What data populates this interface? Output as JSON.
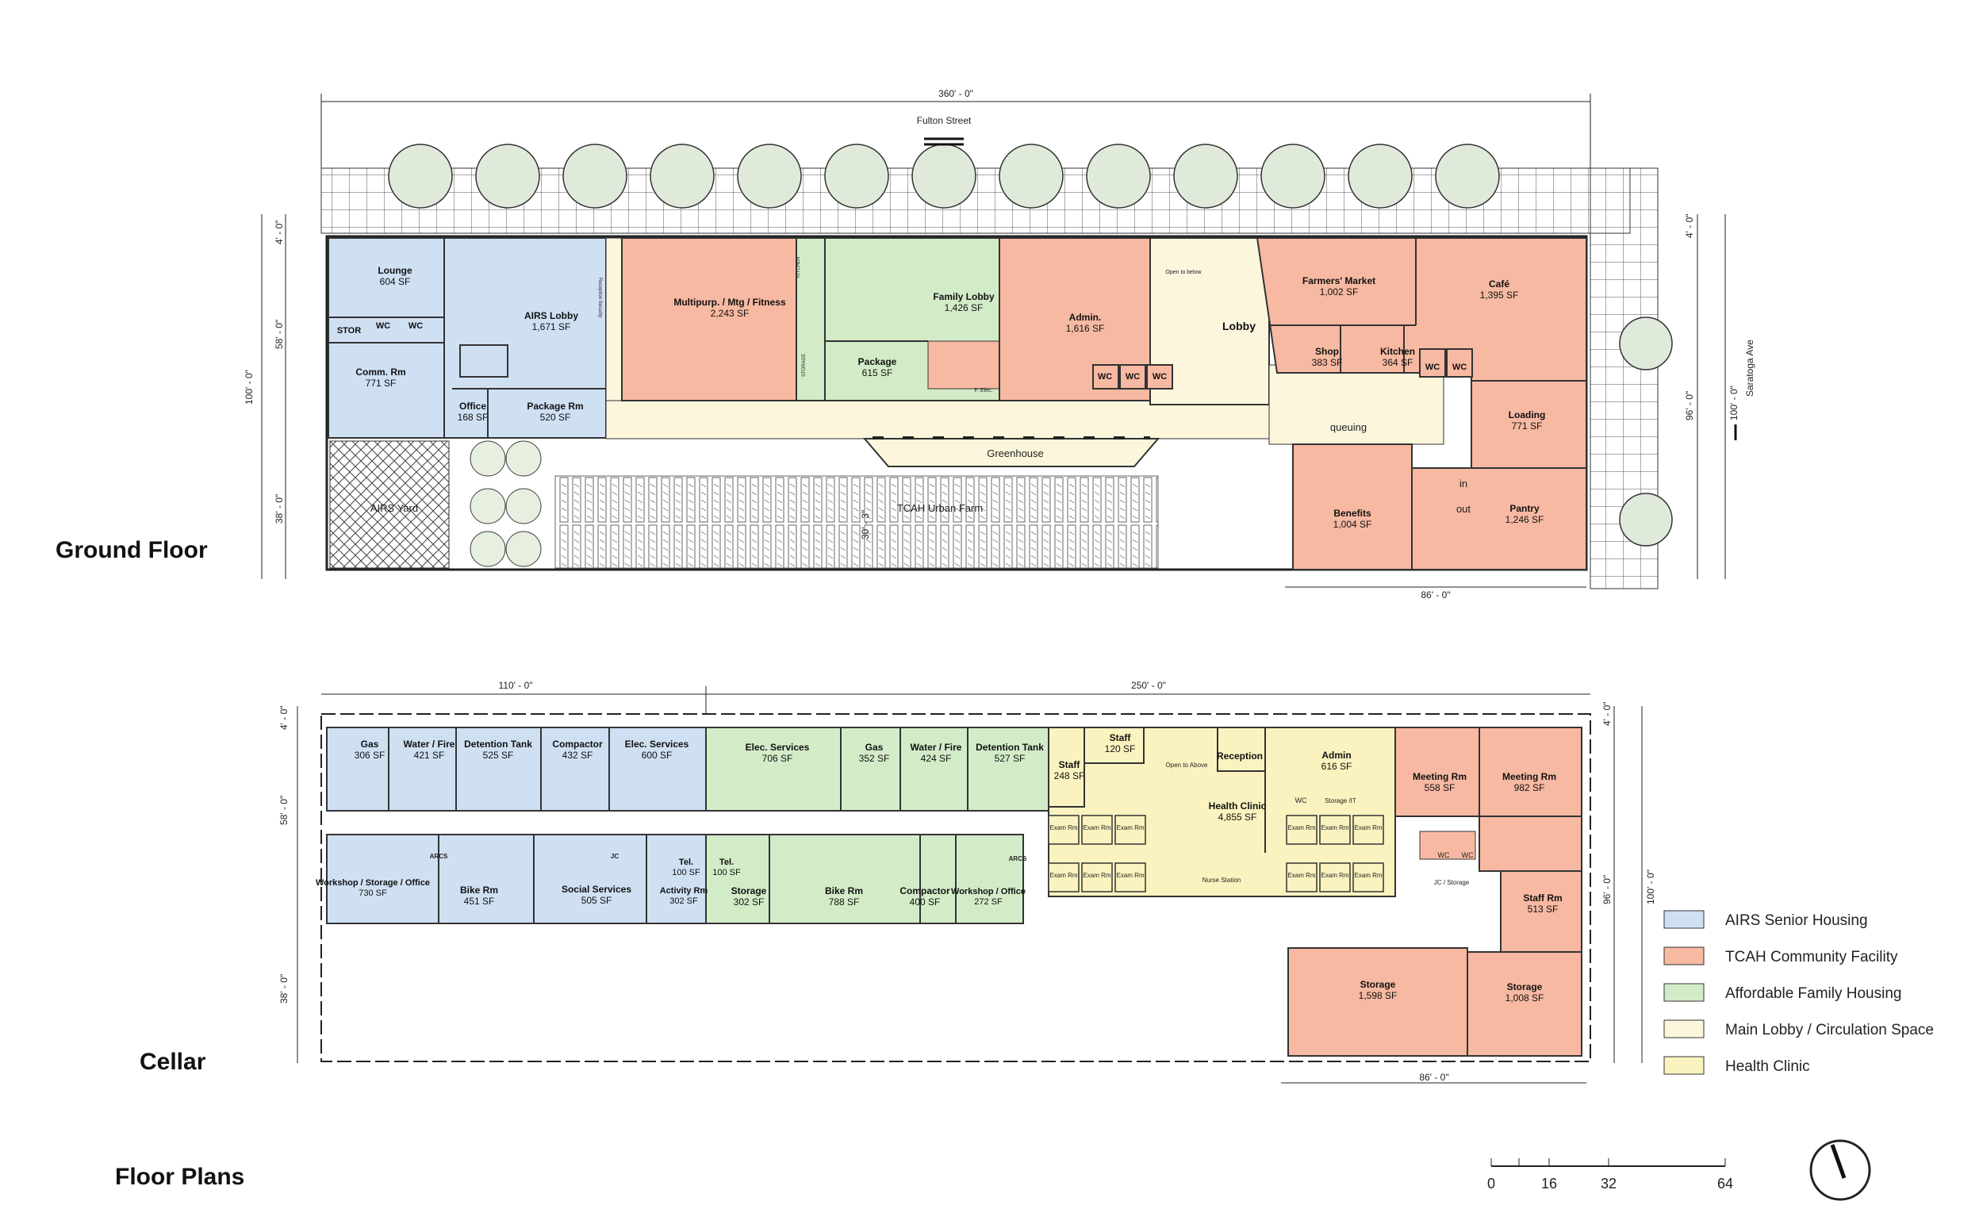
{
  "colors": {
    "airs": "#cfe0f3",
    "tcah": "#f7b9a2",
    "family": "#d3ecc8",
    "lobby": "#fbf6dc",
    "clinic": "#fbf3bf",
    "wall": "#333333"
  },
  "titles": {
    "ground": "Ground Floor",
    "cellar": "Cellar",
    "floor_plans": "Floor Plans"
  },
  "streets": {
    "fulton": "Fulton Street",
    "saratoga": "Saratoga Ave"
  },
  "dimensions": {
    "top_360": "360' - 0\"",
    "gf_86": "86' - 0\"",
    "gf_left_100": "100' - 0\"",
    "gf_left_58": "58' - 0\"",
    "gf_left_38": "38' - 0\"",
    "gf_left_4": "4' - 0\"",
    "gf_right_100": "100' - 0\"",
    "gf_right_96": "96' - 0\"",
    "gf_right_4": "4' - 0\"",
    "gf_30_3": "30' - 3\"",
    "c_110": "110' - 0\"",
    "c_250": "250' - 0\"",
    "c_86": "86' - 0\"",
    "c_left_58": "58' - 0\"",
    "c_left_38": "38' - 0\"",
    "c_left_4": "4' - 0\"",
    "c_right_96": "96' - 0\"",
    "c_right_100": "100' - 0\"",
    "c_right_4": "4' - 0\""
  },
  "ground_rooms": [
    {
      "name": "Lounge",
      "area": "604 SF"
    },
    {
      "name": "AIRS Lobby",
      "area": "1,671 SF"
    },
    {
      "name": "STOR",
      "area": ""
    },
    {
      "name": "WC",
      "area": ""
    },
    {
      "name": "WC",
      "area": ""
    },
    {
      "name": "Comm. Rm",
      "area": "771 SF"
    },
    {
      "name": "Office",
      "area": "168 SF"
    },
    {
      "name": "Package Rm",
      "area": "520 SF"
    },
    {
      "name": "Multipurp. / Mtg / Fitness",
      "area": "2,243 SF"
    },
    {
      "name": "Family Lobby",
      "area": "1,426 SF"
    },
    {
      "name": "Package",
      "area": "615 SF"
    },
    {
      "name": "Admin.",
      "area": "1,616 SF"
    },
    {
      "name": "WC",
      "area": ""
    },
    {
      "name": "WC",
      "area": ""
    },
    {
      "name": "WC",
      "area": ""
    },
    {
      "name": "Lobby",
      "area": ""
    },
    {
      "name": "Farmers' Market",
      "area": "1,002 SF"
    },
    {
      "name": "Café",
      "area": "1,395 SF"
    },
    {
      "name": "Shop",
      "area": "383 SF"
    },
    {
      "name": "Kitchen",
      "area": "364 SF"
    },
    {
      "name": "WC",
      "area": ""
    },
    {
      "name": "WC",
      "area": ""
    },
    {
      "name": "Loading",
      "area": "771 SF"
    },
    {
      "name": "Benefits",
      "area": "1,004 SF"
    },
    {
      "name": "Pantry",
      "area": "1,246 SF"
    }
  ],
  "ground_labels": {
    "greenhouse": "Greenhouse",
    "urban_farm": "TCAH Urban Farm",
    "airs_yard": "AIRS Yard",
    "queuing": "queuing",
    "in": "in",
    "out": "out",
    "open_below": "Open to below",
    "kitchen_small": "KITCHEN",
    "storage_small": "STORAGE",
    "recep": "Reception Security",
    "f_elec": "F. Elec."
  },
  "cellar_rooms": [
    {
      "name": "Gas",
      "area": "306 SF"
    },
    {
      "name": "Water / Fire",
      "area": "421 SF"
    },
    {
      "name": "Detention Tank",
      "area": "525 SF"
    },
    {
      "name": "Compactor",
      "area": "432 SF"
    },
    {
      "name": "Elec. Services",
      "area": "600 SF"
    },
    {
      "name": "Elec. Services",
      "area": "706 SF"
    },
    {
      "name": "Gas",
      "area": "352 SF"
    },
    {
      "name": "Water / Fire",
      "area": "424 SF"
    },
    {
      "name": "Detention Tank",
      "area": "527 SF"
    },
    {
      "name": "Staff",
      "area": "120 SF"
    },
    {
      "name": "Staff",
      "area": "248 SF"
    },
    {
      "name": "Reception",
      "area": ""
    },
    {
      "name": "Admin",
      "area": "616 SF"
    },
    {
      "name": "Meeting Rm",
      "area": "558 SF"
    },
    {
      "name": "Meeting Rm",
      "area": "982 SF"
    },
    {
      "name": "Health Clinic",
      "area": "4,855 SF"
    },
    {
      "name": "Workshop / Storage / Office",
      "area": "730 SF"
    },
    {
      "name": "Bike Rm",
      "area": "451 SF"
    },
    {
      "name": "Social Services",
      "area": "505 SF"
    },
    {
      "name": "Tel.",
      "area": "100 SF"
    },
    {
      "name": "Activity Rm",
      "area": "302 SF"
    },
    {
      "name": "Tel.",
      "area": "100 SF"
    },
    {
      "name": "Storage",
      "area": "302 SF"
    },
    {
      "name": "Bike Rm",
      "area": "788 SF"
    },
    {
      "name": "Compactor",
      "area": "400 SF"
    },
    {
      "name": "Workshop / Office",
      "area": "272 SF"
    },
    {
      "name": "Staff Rm",
      "area": "513 SF"
    },
    {
      "name": "Storage",
      "area": "1,598 SF"
    },
    {
      "name": "Storage",
      "area": "1,008 SF"
    }
  ],
  "cellar_labels": {
    "arcs": "ARCS",
    "jc": "JC",
    "wc": "WC",
    "storage_it": "Storage /IT",
    "open_above": "Open to Above",
    "nurse": "Nurse Station",
    "exam": "Exam Rm",
    "jc_storage": "JC / Storage"
  },
  "legend": [
    {
      "label": "AIRS Senior Housing",
      "color": "#cfe0f3"
    },
    {
      "label": "TCAH Community Facility",
      "color": "#f7b9a2"
    },
    {
      "label": "Affordable Family Housing",
      "color": "#d3ecc8"
    },
    {
      "label": "Main Lobby / Circulation Space",
      "color": "#fbf6dc"
    },
    {
      "label": "Health Clinic",
      "color": "#fbf3bf"
    }
  ],
  "scale_bar": [
    "0",
    "16",
    "32",
    "64"
  ]
}
